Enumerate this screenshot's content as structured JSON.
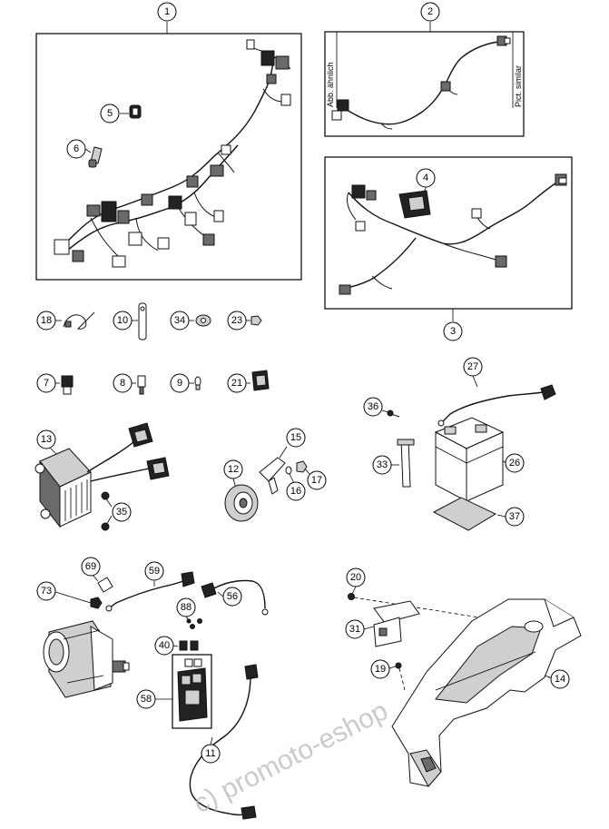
{
  "callouts": {
    "c1": "1",
    "c2": "2",
    "c3": "3",
    "c4": "4",
    "c5": "5",
    "c6": "6",
    "c7": "7",
    "c8": "8",
    "c9": "9",
    "c10": "10",
    "c11": "11",
    "c12": "12",
    "c13": "13",
    "c14": "14",
    "c15": "15",
    "c16": "16",
    "c17": "17",
    "c18": "18",
    "c19": "19",
    "c20": "20",
    "c21": "21",
    "c23": "23",
    "c26": "26",
    "c27": "27",
    "c31": "31",
    "c33": "33",
    "c34": "34",
    "c35": "35",
    "c36": "36",
    "c37": "37",
    "c40": "40",
    "c56": "56",
    "c58": "58",
    "c59": "59",
    "c69": "69",
    "c73": "73",
    "c88": "88"
  },
  "labels": {
    "abb_aehnlich": "Abb. ähnlich",
    "pict_similar": "Pict. similar"
  },
  "watermark": "c) promoto-eshop"
}
